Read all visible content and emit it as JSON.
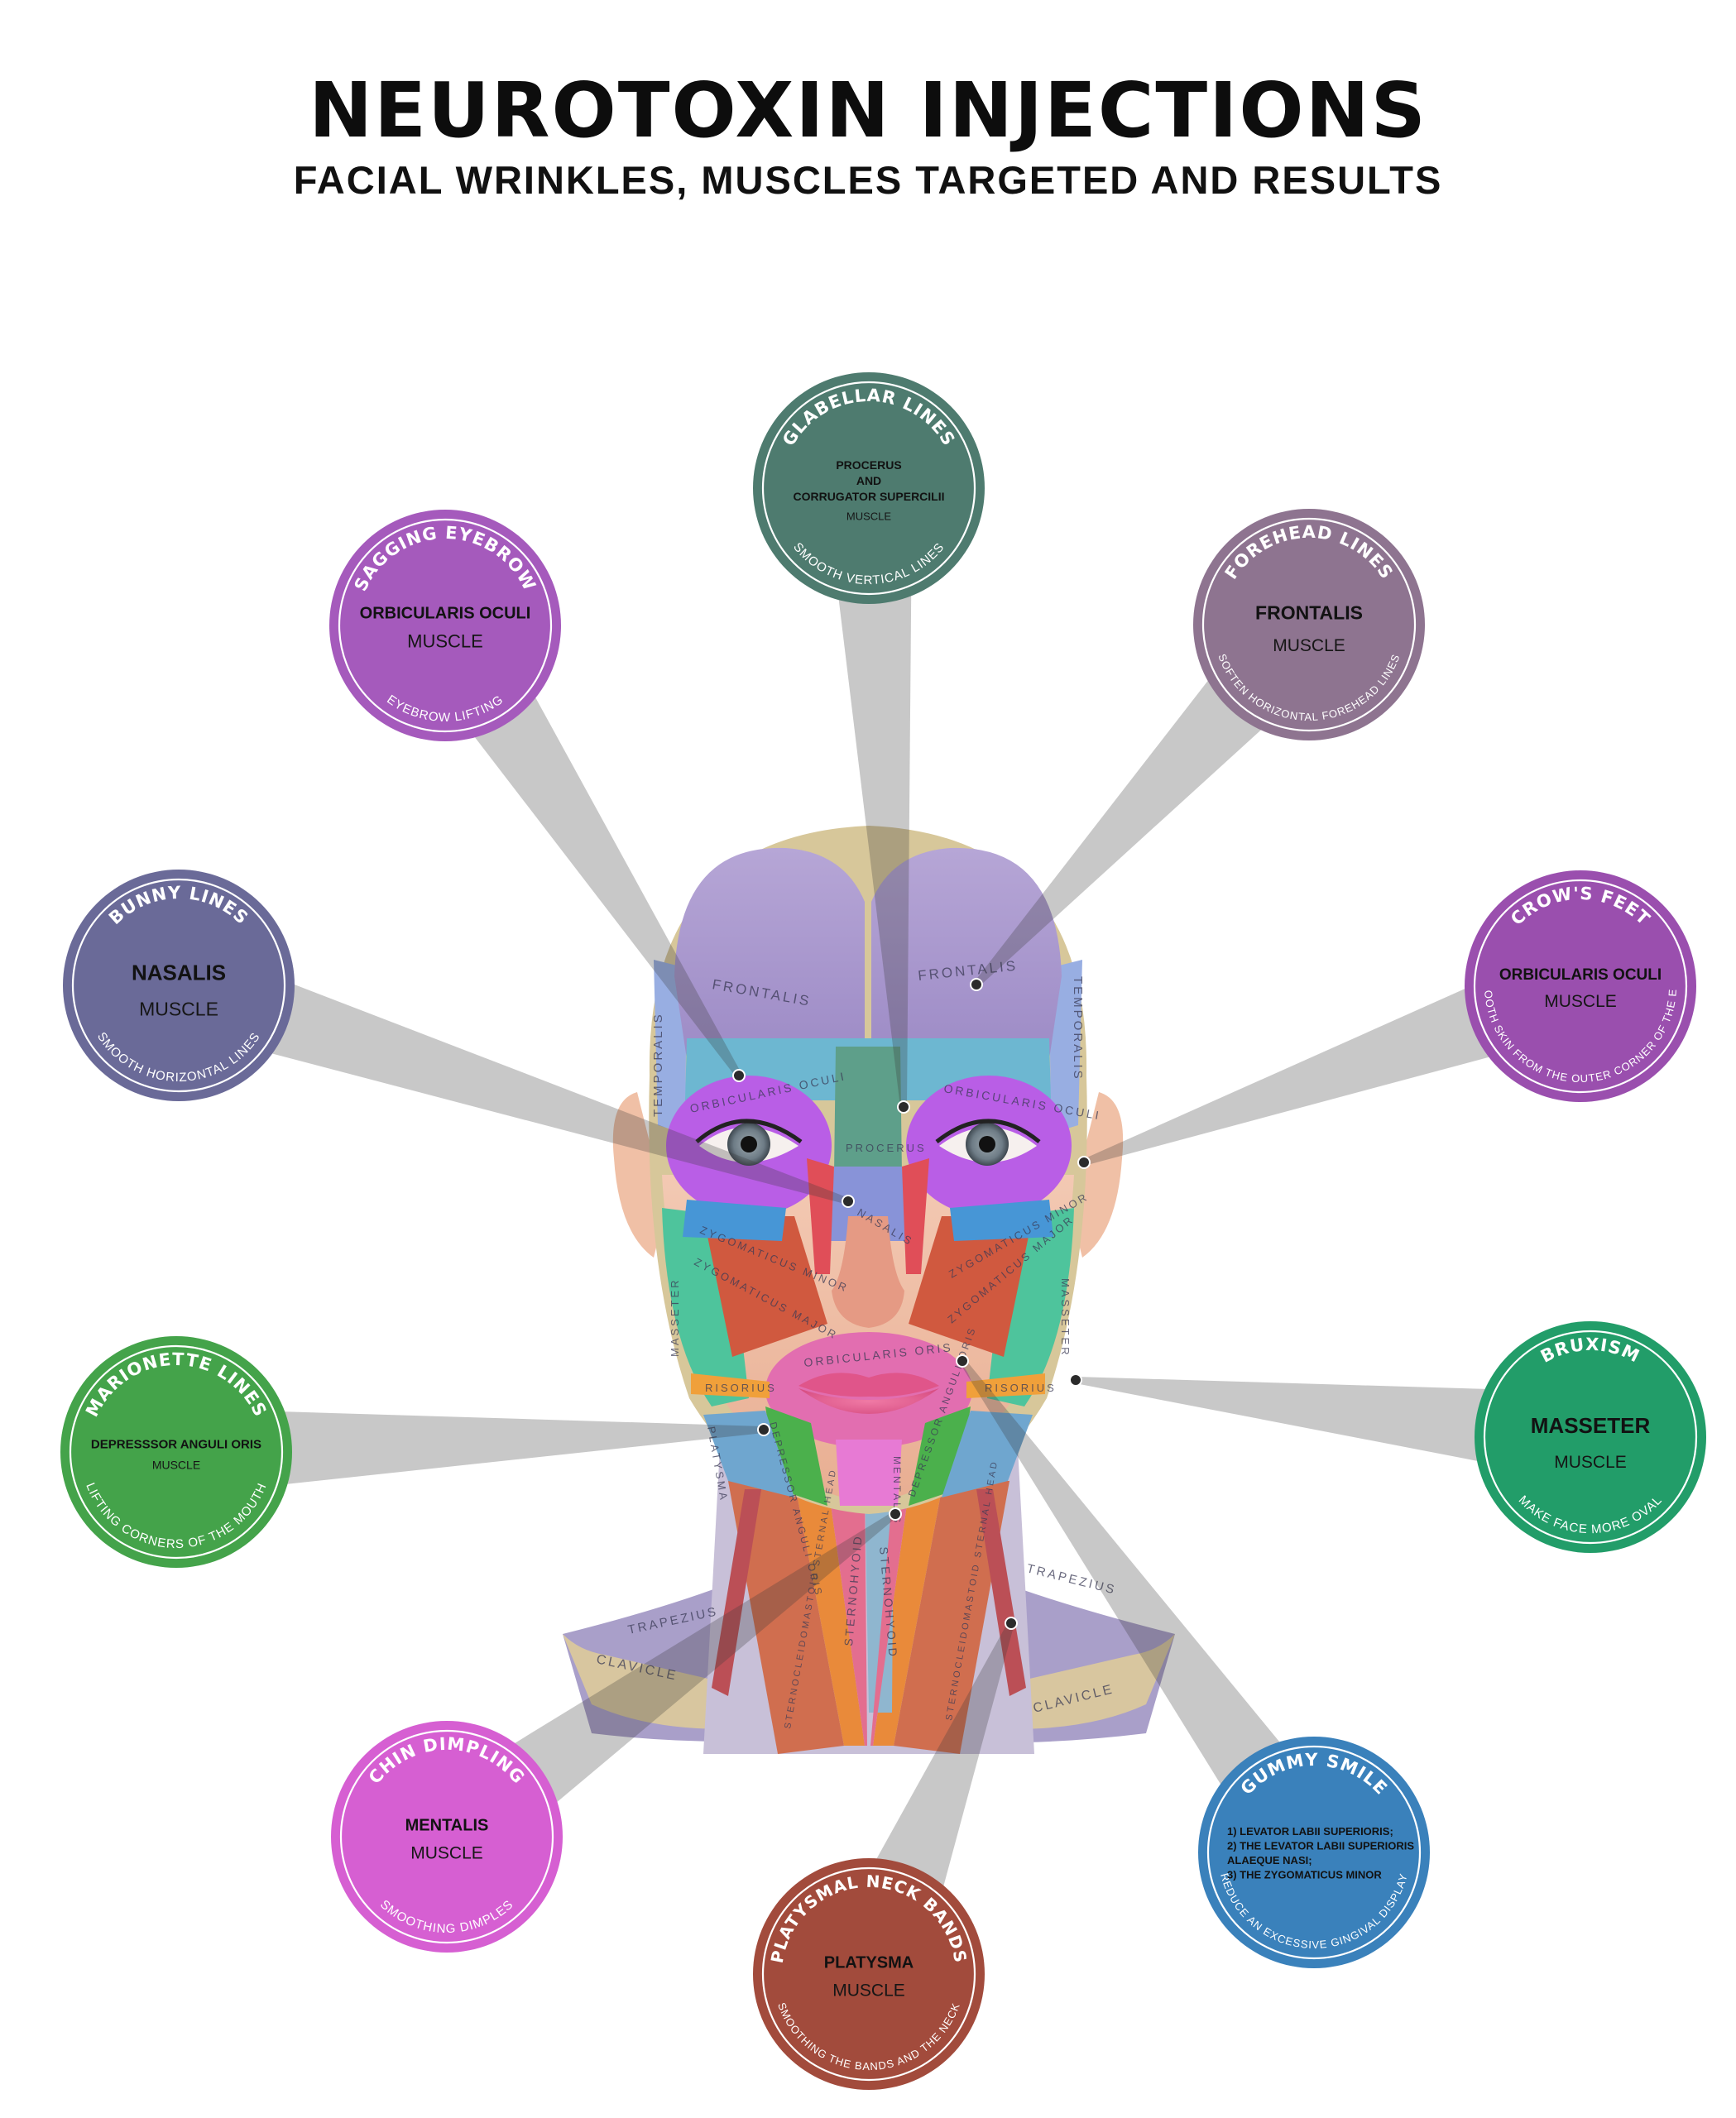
{
  "title": "NEUROTOXIN INJECTIONS",
  "subtitle": "FACIAL WRINKLES, MUSCLES TARGETED AND RESULTS",
  "face_labels": {
    "frontalis_left": "FRONTALIS",
    "frontalis_right": "FRONTALIS",
    "temporalis_left": "TEMPORALIS",
    "temporalis_right": "TEMPORALIS",
    "orbicularis_oculi_left": "ORBICULARIS OCULI",
    "orbicularis_oculi_right": "ORBICULARIS OCULI",
    "procerus": "PROCERUS",
    "nasalis": "NASALIS",
    "zygomaticus_minor_left": "ZYGOMATICUS MINOR",
    "zygomaticus_major_left": "ZYGOMATICUS MAJOR",
    "zygomaticus_minor_right": "ZYGOMATICUS MINOR",
    "zygomaticus_major_right": "ZYGOMATICUS MAJOR",
    "orbicularis_oris": "ORBICULARIS ORIS",
    "risorius_left": "RISORIUS",
    "risorius_right": "RISORIUS",
    "masseter_left": "MASSETER",
    "masseter_right": "MASSETER",
    "platysma": "PLATYSMA",
    "depressor_left": "DEPRESSOR ANGULI ORIS",
    "depressor_right": "DEPRESSOR ANGULI ORIS",
    "mentalis": "MENTALIS",
    "sternohyoid_left": "STERNOHYOID",
    "sternohyoid_right": "STERNOHYOID",
    "sternocleidomastoid_left": "STERNOCLEIDOMASTOID STERNAL HEAD",
    "sternocleidomastoid_right": "STERNOCLEIDOMASTOID STERNAL HEAD",
    "trapezius_left": "TRAPEZIUS",
    "trapezius_right": "TRAPEZIUS",
    "clavicle_left": "CLAVICLE",
    "clavicle_right": "CLAVICLE"
  },
  "callouts": [
    {
      "id": "glabellar",
      "title": "GLABELLAR LINES",
      "muscle_lines": [
        "PROCERUS",
        "AND",
        "CORRUGATOR SUPERCILII"
      ],
      "muscle_word": "MUSCLE",
      "result": "SMOOTH VERTICAL LINES",
      "color": "#4e7b6f"
    },
    {
      "id": "sagging-eyebrow",
      "title": "SAGGING EYEBROW",
      "muscle_lines": [
        "ORBICULARIS OCULI"
      ],
      "muscle_word": "MUSCLE",
      "result": "EYEBROW LIFTING",
      "color": "#a55abc"
    },
    {
      "id": "forehead",
      "title": "FOREHEAD LINES",
      "muscle_lines": [
        "FRONTALIS"
      ],
      "muscle_word": "MUSCLE",
      "result": "SOFTEN HORIZONTAL FOREHEAD LINES",
      "color": "#8e7490"
    },
    {
      "id": "bunny",
      "title": "BUNNY LINES",
      "muscle_lines": [
        "NASALIS"
      ],
      "muscle_word": "MUSCLE",
      "result": "SMOOTH HORIZONTAL LINES",
      "color": "#6a6a98"
    },
    {
      "id": "crows-feet",
      "title": "CROW'S FEET",
      "muscle_lines": [
        "ORBICULARIS OCULI"
      ],
      "muscle_word": "MUSCLE",
      "result": "SMOOTH SKIN FROM THE OUTER CORNER OF THE EYE",
      "color": "#9a4fae"
    },
    {
      "id": "marionette",
      "title": "MARIONETTE LINES",
      "muscle_lines": [
        "DEPRESSSOR ANGULI ORIS"
      ],
      "muscle_word": "MUSCLE",
      "result": "LIFTING CORNERS OF THE MOUTH",
      "color": "#44a34a"
    },
    {
      "id": "bruxism",
      "title": "BRUXISM",
      "muscle_lines": [
        "MASSETER"
      ],
      "muscle_word": "MUSCLE",
      "result": "MAKE FACE MORE OVAL",
      "color": "#229d69"
    },
    {
      "id": "chin",
      "title": "CHIN DIMPLING",
      "muscle_lines": [
        "MENTALIS"
      ],
      "muscle_word": "MUSCLE",
      "result": "SMOOTHING DIMPLES",
      "color": "#d65fd2"
    },
    {
      "id": "platysmal",
      "title": "PLATYSMAL NECK BANDS",
      "muscle_lines": [
        "PLATYSMA"
      ],
      "muscle_word": "MUSCLE",
      "result": "SMOOTHING THE BANDS AND THE NECK",
      "color": "#a24b3c"
    },
    {
      "id": "gummy",
      "title": "GUMMY SMILE",
      "muscle_lines": [
        "1) LEVATOR LABII SUPERIORIS;",
        "2) THE LEVATOR LABII SUPERIORIS",
        "ALAEQUE NASI;",
        "3) THE ZYGOMATICUS MINOR"
      ],
      "muscle_word": "",
      "result": "REDUCE AN EXCESSIVE GINGIVAL DISPLAY",
      "color": "#3a81bb"
    }
  ]
}
